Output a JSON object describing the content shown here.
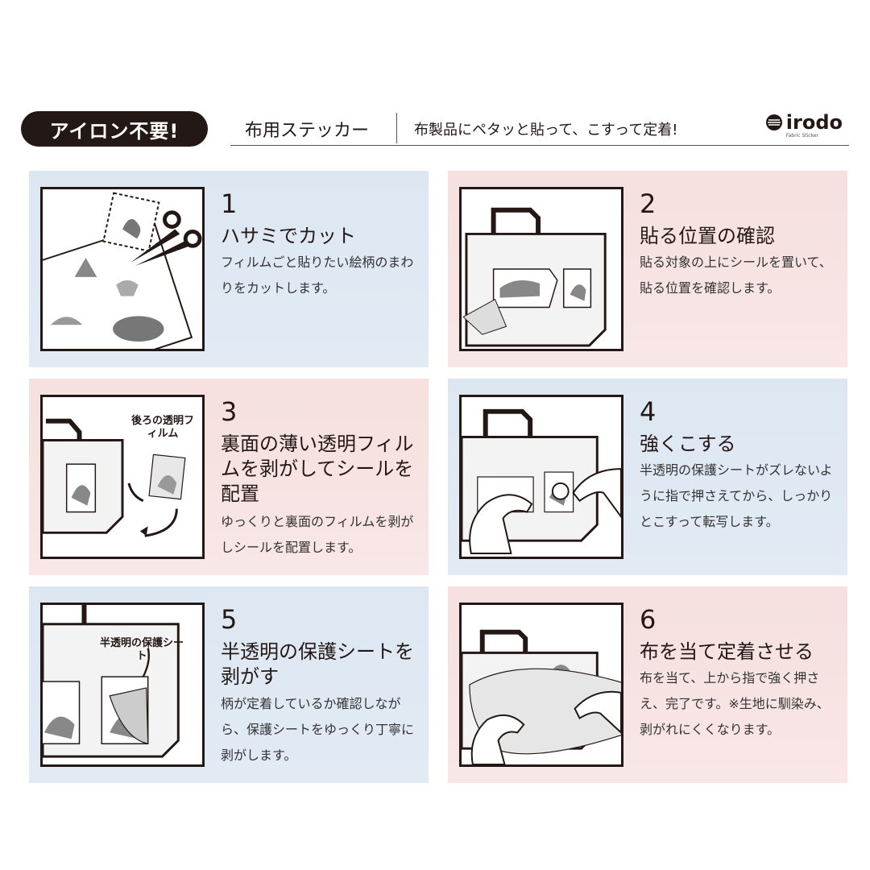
{
  "header": {
    "badge": "アイロン不要!",
    "product": "布用ステッカー",
    "tagline": "布製品にペタッと貼って、こすって定着!",
    "brand": "irodo",
    "brand_sub": "Fabric Sticker"
  },
  "steps": [
    {
      "number": "1",
      "title": "ハサミでカット",
      "text": "フィルムごと貼りたい絵柄のまわりをカットします。"
    },
    {
      "number": "2",
      "title": "貼る位置の確認",
      "text": "貼る対象の上にシールを置いて、貼る位置を確認します。"
    },
    {
      "number": "3",
      "title": "裏面の薄い透明フィルムを剥がしてシールを配置",
      "text": "ゆっくりと裏面のフィルムを剥がしシールを配置します。",
      "label": "後ろの透明フィルム"
    },
    {
      "number": "4",
      "title": "強くこする",
      "text": "半透明の保護シートがズレないように指で押さえてから、しっかりとこすって転写します。"
    },
    {
      "number": "5",
      "title": "半透明の保護シートを剥がす",
      "text": "柄が定着しているか確認しながら、保護シートをゆっくり丁寧に剥がします。",
      "label": "半透明の保護シート"
    },
    {
      "number": "6",
      "title": "布を当て定着させる",
      "text": "布を当て、上から指で強く押さえ、完了です。※生地に馴染み、剥がれにくくなります。"
    }
  ],
  "colors": {
    "blue_panel": "#dde7f2",
    "pink_panel": "#f6e0e0",
    "ink": "#231815"
  }
}
